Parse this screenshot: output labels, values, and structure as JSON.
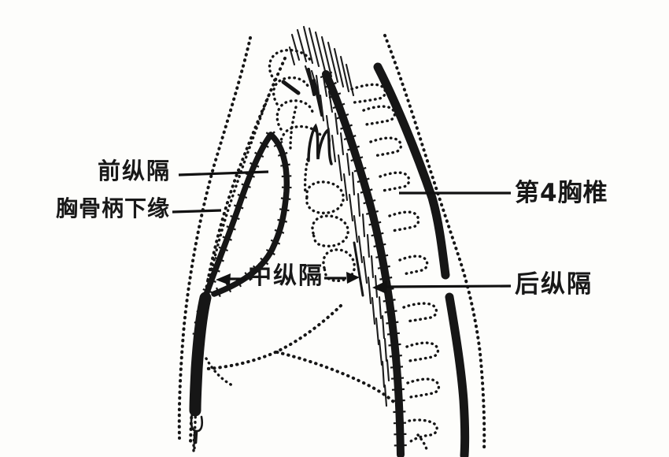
{
  "figure": {
    "kind": "anatomical-line-drawing",
    "colors": {
      "background": "#fdfdfb",
      "ink": "#161616"
    },
    "labels": {
      "anterior_mediastinum": "前纵隔",
      "manubrium_inferior_border": "胸骨柄下缘",
      "middle_mediastinum": "中纵隔",
      "t4_vertebra": "第4胸椎",
      "posterior_mediastinum": "后纵隔"
    }
  }
}
